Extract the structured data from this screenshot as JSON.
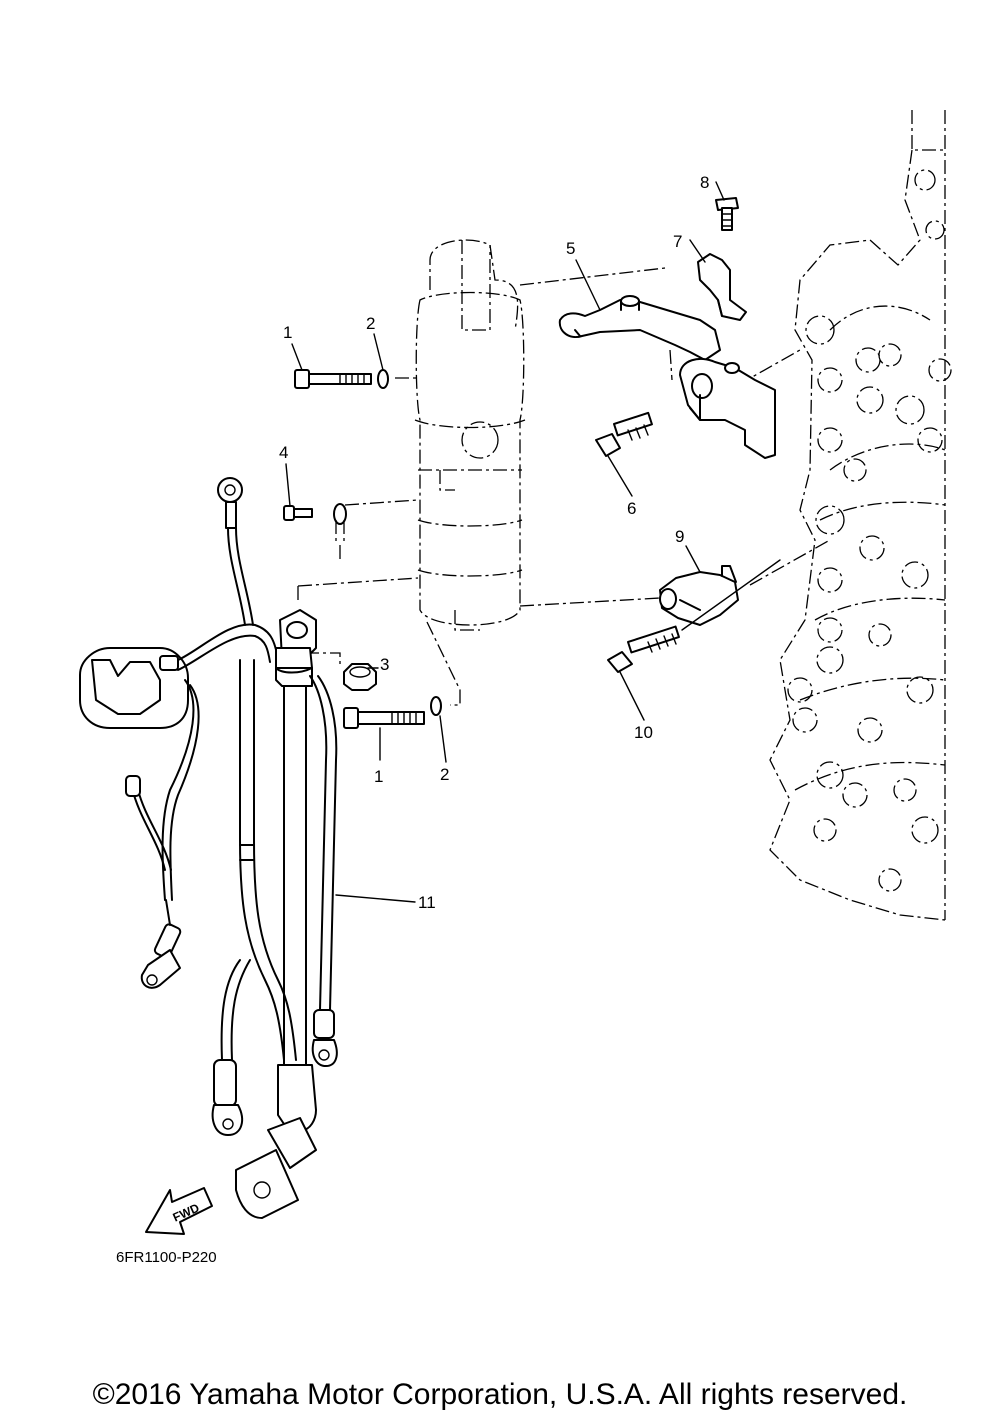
{
  "diagram": {
    "callouts": [
      {
        "id": "c1a",
        "label": "1"
      },
      {
        "id": "c2a",
        "label": "2"
      },
      {
        "id": "c3",
        "label": "3"
      },
      {
        "id": "c4",
        "label": "4"
      },
      {
        "id": "c5",
        "label": "5"
      },
      {
        "id": "c6",
        "label": "6"
      },
      {
        "id": "c7",
        "label": "7"
      },
      {
        "id": "c8",
        "label": "8"
      },
      {
        "id": "c9",
        "label": "9"
      },
      {
        "id": "c10",
        "label": "10"
      },
      {
        "id": "c1b",
        "label": "1"
      },
      {
        "id": "c2b",
        "label": "2"
      },
      {
        "id": "c11",
        "label": "11"
      }
    ],
    "fwd_label": "FWD",
    "drawing_code": "6FR1100-P220"
  },
  "footer": {
    "copyright": "©2016 Yamaha Motor Corporation, U.S.A. All rights reserved."
  }
}
